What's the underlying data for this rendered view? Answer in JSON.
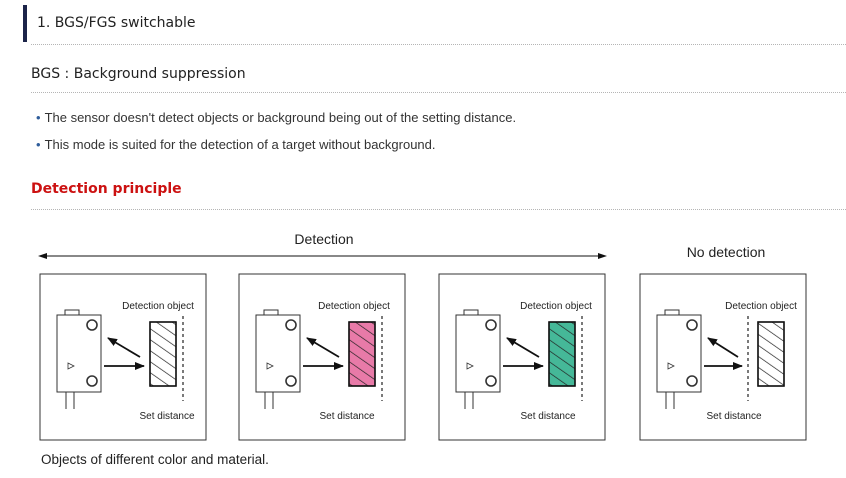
{
  "section_title": "1. BGS/FGS switchable",
  "subtitle": "BGS : Background suppression",
  "bullets": [
    "The sensor doesn't detect objects or background being out of the setting distance.",
    "This mode is suited for the detection of a target without background."
  ],
  "principle_heading": "Detection principle",
  "diagram": {
    "detection_label": "Detection",
    "no_detection_label": "No detection",
    "panels": [
      {
        "object_label": "Detection object",
        "distance_label": "Set distance",
        "object_fill": "#ffffff"
      },
      {
        "object_label": "Detection object",
        "distance_label": "Set distance",
        "object_fill": "#e87aa8"
      },
      {
        "object_label": "Detection object",
        "distance_label": "Set distance",
        "object_fill": "#45b898"
      },
      {
        "object_label": "Detection object",
        "distance_label": "Set distance",
        "object_fill": "#ffffff"
      }
    ]
  },
  "caption": "Objects of different color and material.",
  "colors": {
    "accent_bar": "#1c2449",
    "heading_red": "#cc1111",
    "bullet_blue": "#2f5d9b"
  }
}
